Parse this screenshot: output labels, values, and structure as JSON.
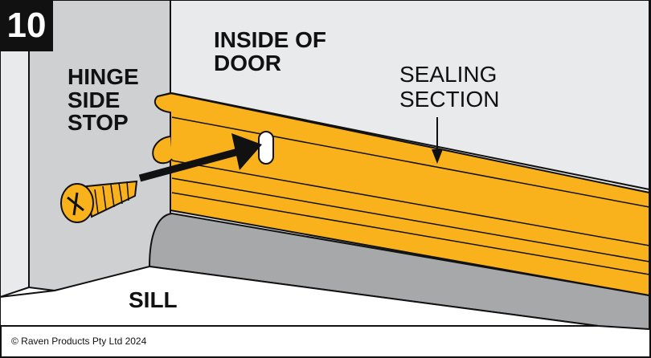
{
  "step_number": "10",
  "labels": {
    "hinge_side_stop": [
      "HINGE",
      "SIDE",
      "STOP"
    ],
    "inside_of_door": [
      "INSIDE OF",
      "DOOR"
    ],
    "sealing_section": [
      "SEALING",
      "SECTION"
    ],
    "sill": "SILL"
  },
  "copyright": "© Raven Products Pty Ltd 2024",
  "colors": {
    "seal_orange": "#f9b21b",
    "door_grey": "#e9eaeb",
    "stop_grey": "#cfd0d2",
    "rubber_grey": "#a7a8aa",
    "outline": "#111111",
    "badge": "#111111"
  },
  "icons": [
    "screw-icon",
    "arrow-icon"
  ]
}
